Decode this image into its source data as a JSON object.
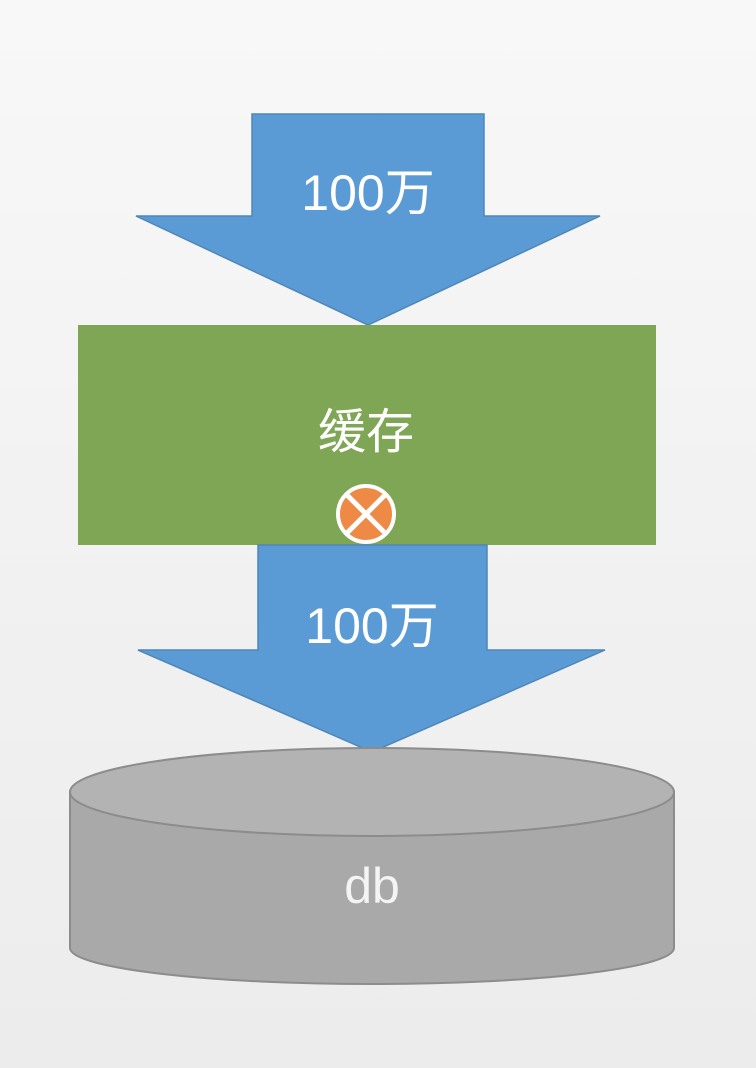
{
  "diagram": {
    "incoming_arrow": {
      "label": "100万"
    },
    "cache_block": {
      "label": "缓存",
      "status_icon": "circle-cross-icon"
    },
    "outgoing_arrow": {
      "label": "100万"
    },
    "database": {
      "label": "db"
    }
  },
  "colors": {
    "arrow_fill": "#5b9bd5",
    "arrow_stroke": "#4f86b8",
    "cache_fill": "#7ea654",
    "icon_fill": "#ee8a45",
    "icon_stroke": "#ffffff",
    "db_fill": "#a9a9a9",
    "db_top_fill": "#b3b3b3",
    "db_stroke": "#8c8c8c"
  }
}
